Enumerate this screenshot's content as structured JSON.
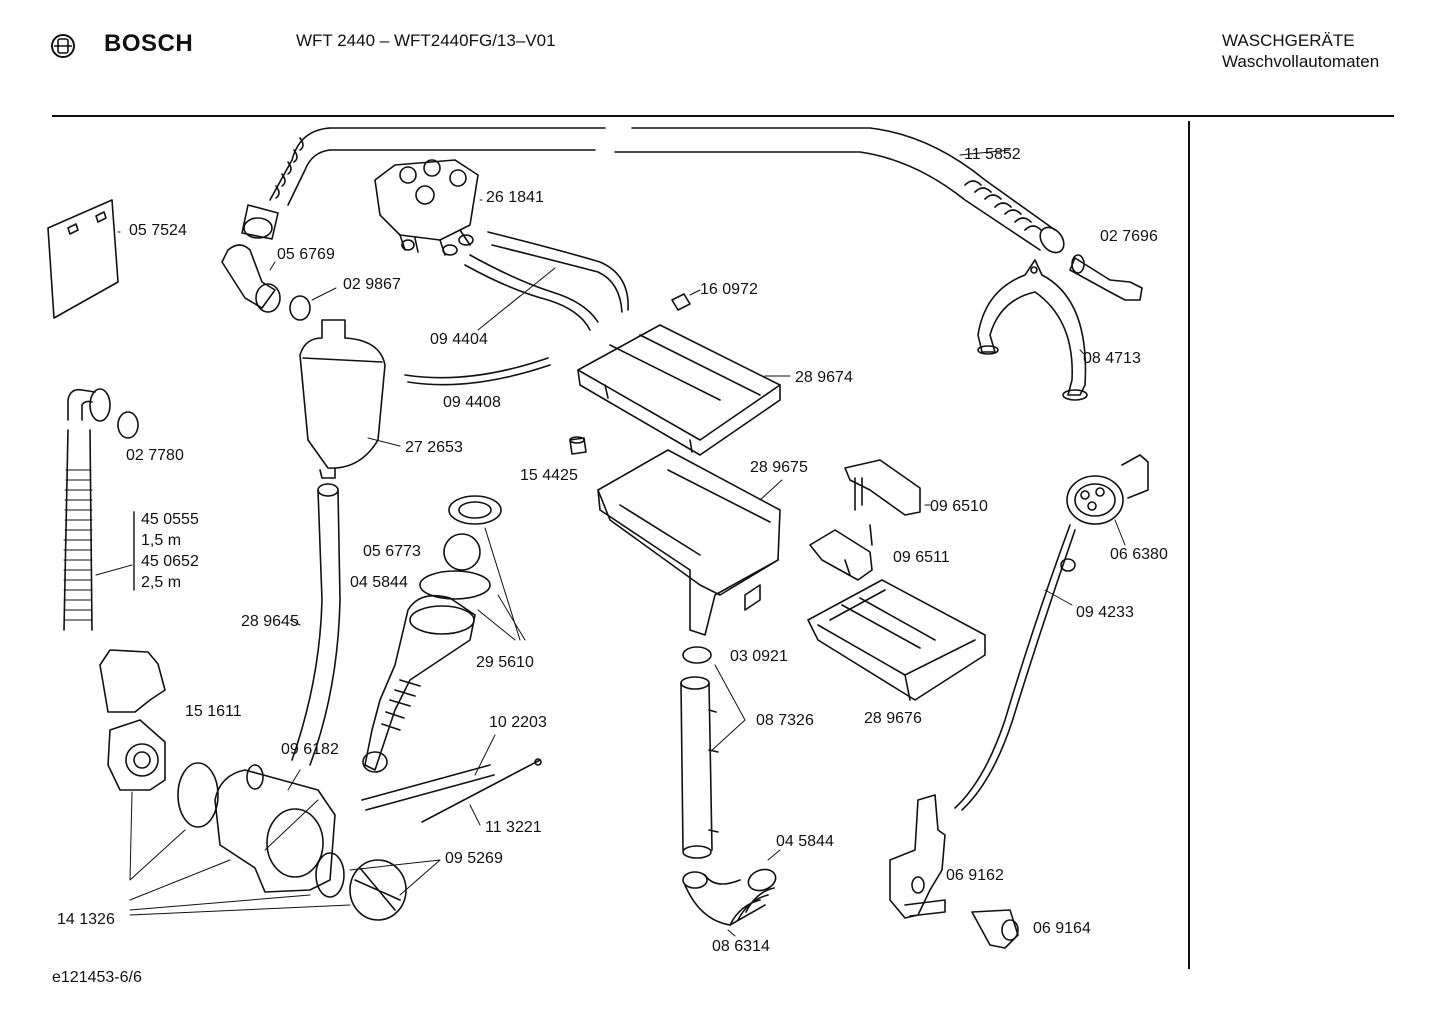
{
  "header": {
    "brand": "BOSCH",
    "model": "WFT 2440 – WFT2440FG/13–V01",
    "category_line1": "WASCHGERÄTE",
    "category_line2": "Waschvollautomaten"
  },
  "footer": {
    "code": "e121453-6/6"
  },
  "labels": {
    "p115852": "11 5852",
    "p261841": "26 1841",
    "p057524": "05 7524",
    "p056769": "05 6769",
    "p029867": "02 9867",
    "p027696": "02 7696",
    "p160972": "16 0972",
    "p094404": "09 4404",
    "p084713": "08 4713",
    "p289674": "28 9674",
    "p094408": "09 4408",
    "p027780": "02 7780",
    "p272653": "27 2653",
    "p154425": "15 4425",
    "p289675": "28 9675",
    "p096510": "09 6510",
    "p066380": "06 6380",
    "p450555": "45 0555",
    "len1": "1,5 m",
    "p450652": "45 0652",
    "len2": "2,5 m",
    "p056773": "05 6773",
    "p045844a": "04 5844",
    "p096511": "09 6511",
    "p094233": "09 4233",
    "p289645": "28 9645",
    "p295610": "29 5610",
    "p030921": "03 0921",
    "p151611": "15 1611",
    "p102203": "10 2203",
    "p087326": "08 7326",
    "p289676": "28 9676",
    "p096182": "09 6182",
    "p113221": "11 3221",
    "p045844b": "04 5844",
    "p095269": "09 5269",
    "p069162": "06 9162",
    "p141326": "14 1326",
    "p069164": "06 9164",
    "p086314": "08 6314"
  }
}
